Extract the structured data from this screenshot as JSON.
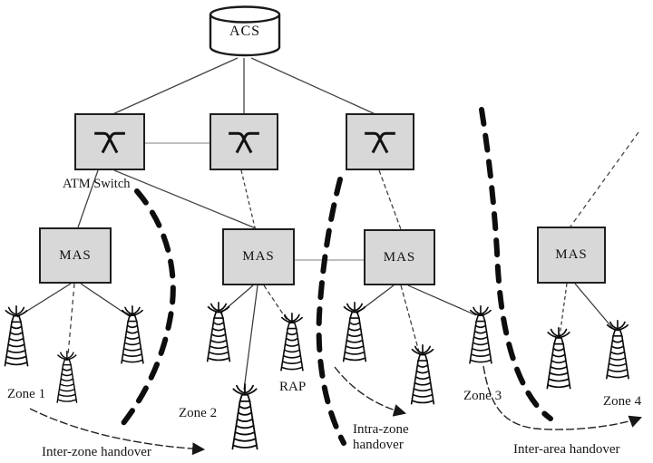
{
  "diagram": {
    "acs_label": "ACS",
    "atm_switch_caption": "ATM Switch",
    "mas_labels": [
      "MAS",
      "MAS",
      "MAS",
      "MAS"
    ],
    "rap_caption": "RAP",
    "zone_labels": [
      "Zone 1",
      "Zone 2",
      "Zone 3",
      "Zone 4"
    ],
    "annotations": {
      "inter_zone": "Inter-zone handover",
      "intra_zone": "Intra-zone handover",
      "inter_area": "Inter-area handover"
    },
    "colors": {
      "node_fill": "#d8d8d8",
      "node_border": "#1f1f1f",
      "link": "#444444",
      "light_link": "#999999",
      "boundary": "#0d0d0d",
      "arrow": "#222222"
    }
  }
}
